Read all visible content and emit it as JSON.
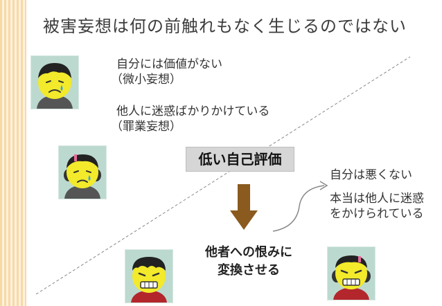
{
  "title": "被害妄想は何の前触れもなく生じるのではない",
  "left_text": {
    "line1": "自分には価値がない",
    "line2": "（微小妄想）",
    "line3": "他人に迷惑ばかりかけている",
    "line4": "（罪業妄想）"
  },
  "badge": "低い自己評価",
  "right_text": {
    "line1": "自分は悪くない",
    "line2": "本当は他人に迷惑",
    "line3": "をかけられている"
  },
  "bottom_text": {
    "line1": "他者への恨みに",
    "line2": "変換させる"
  },
  "colors": {
    "face": "#f2ea2a",
    "arrow": "#8a5a1e",
    "badge_bg": "#d6d6d6",
    "avatar_bg": "#bcd9d0"
  },
  "icons": [
    "sad-boy-icon",
    "sad-girl-icon",
    "angry-boy-icon",
    "angry-girl-icon",
    "down-arrow-icon",
    "curved-arrow-icon"
  ]
}
